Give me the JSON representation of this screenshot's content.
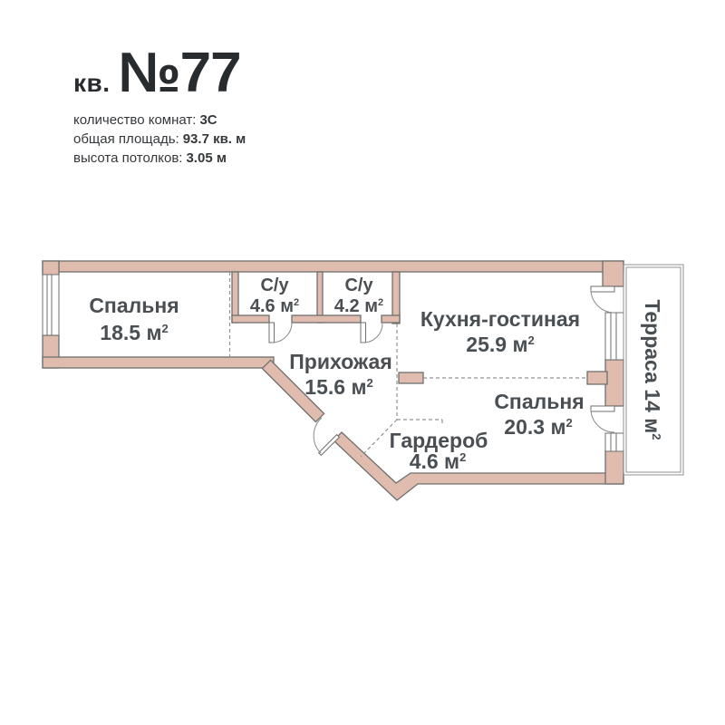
{
  "header": {
    "unit_prefix": "кв.",
    "unit_number": "№77",
    "meta": [
      {
        "label": "количество комнат:",
        "value": "3С"
      },
      {
        "label": "общая площадь:",
        "value": "93.7 кв. м"
      },
      {
        "label": "высота потолков:",
        "value": "3.05 м"
      }
    ]
  },
  "plan": {
    "rooms": [
      {
        "id": "bedroom-1",
        "name": "Спальня",
        "area": "18.5 м",
        "sup": "2"
      },
      {
        "id": "bathroom-1",
        "name": "С/у",
        "area": "4.6 м",
        "sup": "2"
      },
      {
        "id": "bathroom-2",
        "name": "С/у",
        "area": "4.2 м",
        "sup": "2"
      },
      {
        "id": "kitchen-living",
        "name": "Кухня-гостиная",
        "area": "25.9 м",
        "sup": "2"
      },
      {
        "id": "hallway",
        "name": "Прихожая",
        "area": "15.6 м",
        "sup": "2"
      },
      {
        "id": "bedroom-2",
        "name": "Спальня",
        "area": "20.3 м",
        "sup": "2"
      },
      {
        "id": "wardrobe",
        "name": "Гардероб",
        "area": "4.6 м",
        "sup": "2"
      },
      {
        "id": "terrace",
        "name": "Терраса 14 м",
        "sup": "2"
      }
    ],
    "colors": {
      "wall_fill": "#dfbcad",
      "wall_stroke": "#6f6f6f",
      "dash_line": "#8f9296",
      "room_text": "#4a4f53",
      "header_text": "#292c2e"
    }
  }
}
